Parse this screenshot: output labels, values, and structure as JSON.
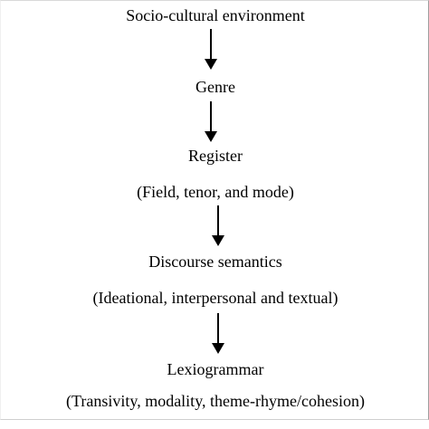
{
  "nodes": [
    {
      "label": "Socio-cultural environment"
    },
    {
      "label": "Genre"
    },
    {
      "label": "Register",
      "sublabel": "(Field, tenor, and mode)"
    },
    {
      "label": "Discourse semantics",
      "sublabel": "(Ideational, interpersonal and textual)"
    },
    {
      "label": "Lexiogrammar",
      "sublabel": "(Transivity, modality, theme-rhyme/cohesion)"
    }
  ],
  "colors": {
    "text": "#000000",
    "arrow": "#000000",
    "background": "#ffffff"
  }
}
